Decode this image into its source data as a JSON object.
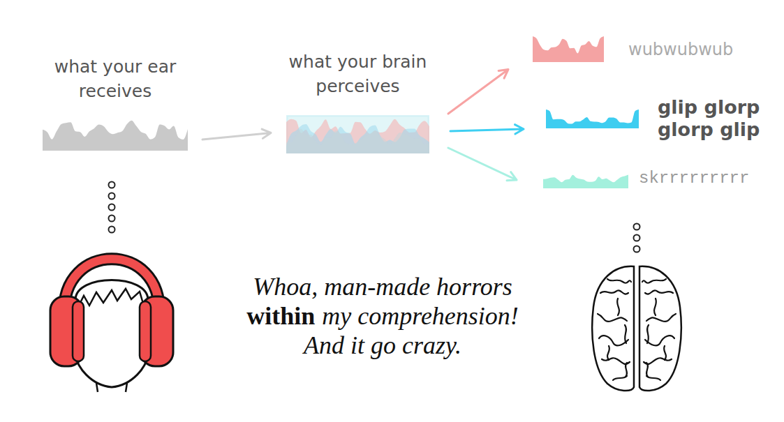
{
  "diagram": {
    "nodes": [
      {
        "text": [
          "what your ear receives"
        ]
      },
      {
        "text": [
          "what your brain perceives"
        ]
      },
      {
        "text": [
          "wubwubwub"
        ]
      },
      {
        "text": [
          "glip glorp glorp glip"
        ]
      },
      {
        "text": [
          "skrrrrrrrrr"
        ]
      }
    ],
    "edges": [
      {
        "from": 0,
        "to": 1,
        "arrow": "to"
      },
      {
        "from": 1,
        "to": 2,
        "arrow": "to"
      },
      {
        "from": 1,
        "to": 3,
        "arrow": "to"
      },
      {
        "from": 1,
        "to": 4,
        "arrow": "to"
      }
    ],
    "labels": [
      "Whoa, man-made horrors",
      "within",
      "my comprehension!",
      "And it go crazy."
    ]
  }
}
